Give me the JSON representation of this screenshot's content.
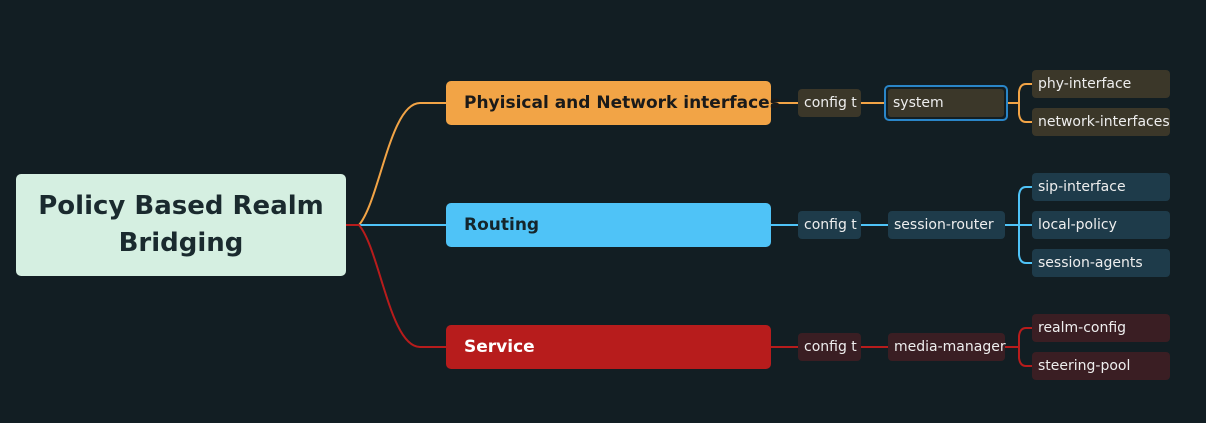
{
  "root": {
    "title": "Policy Based Realm Bridging"
  },
  "branches": [
    {
      "label": "Phyisical and Network interfaces",
      "color": "#f2a446",
      "config": "config t",
      "command": "system",
      "children": [
        "phy-interface",
        "network-interfaces"
      ]
    },
    {
      "label": "Routing",
      "color": "#4fc3f7",
      "config": "config t",
      "command": "session-router",
      "children": [
        "sip-interface",
        "local-policy",
        "session-agents"
      ]
    },
    {
      "label": "Service",
      "color": "#b71c1c",
      "config": "config t",
      "command": "media-manager",
      "children": [
        "realm-config",
        "steering-pool"
      ]
    }
  ],
  "colors": {
    "background": "#121e23",
    "root_fill": "#d5efe1",
    "selection_outline": "#2a86c8"
  }
}
